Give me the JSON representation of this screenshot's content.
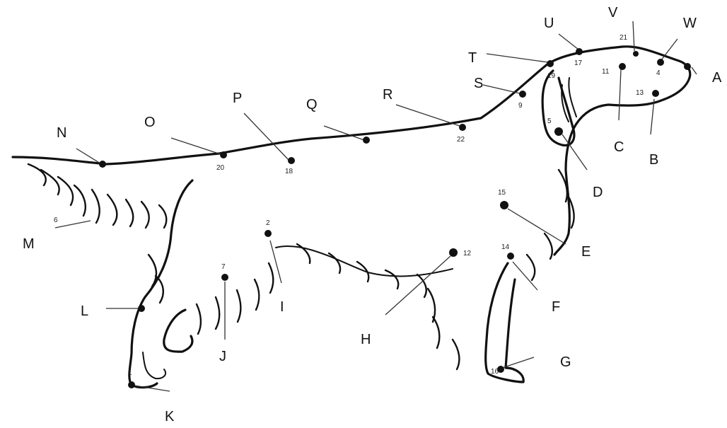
{
  "points": [
    {
      "letter": "A",
      "number": ""
    },
    {
      "letter": "B",
      "number": "13"
    },
    {
      "letter": "C",
      "number": "11"
    },
    {
      "letter": "D",
      "number": "5"
    },
    {
      "letter": "E",
      "number": "15"
    },
    {
      "letter": "F",
      "number": "14"
    },
    {
      "letter": "G",
      "number": "16"
    },
    {
      "letter": "H",
      "number": "12"
    },
    {
      "letter": "I",
      "number": "2"
    },
    {
      "letter": "J",
      "number": "7"
    },
    {
      "letter": "K",
      "number": "1"
    },
    {
      "letter": "L",
      "number": ""
    },
    {
      "letter": "M",
      "number": "6"
    },
    {
      "letter": "N",
      "number": ""
    },
    {
      "letter": "O",
      "number": "20"
    },
    {
      "letter": "P",
      "number": "18"
    },
    {
      "letter": "Q",
      "number": ""
    },
    {
      "letter": "R",
      "number": "22"
    },
    {
      "letter": "S",
      "number": "9"
    },
    {
      "letter": "T",
      "number": "19"
    },
    {
      "letter": "U",
      "number": "17"
    },
    {
      "letter": "V",
      "number": "21"
    },
    {
      "letter": "W",
      "number": "4"
    }
  ]
}
